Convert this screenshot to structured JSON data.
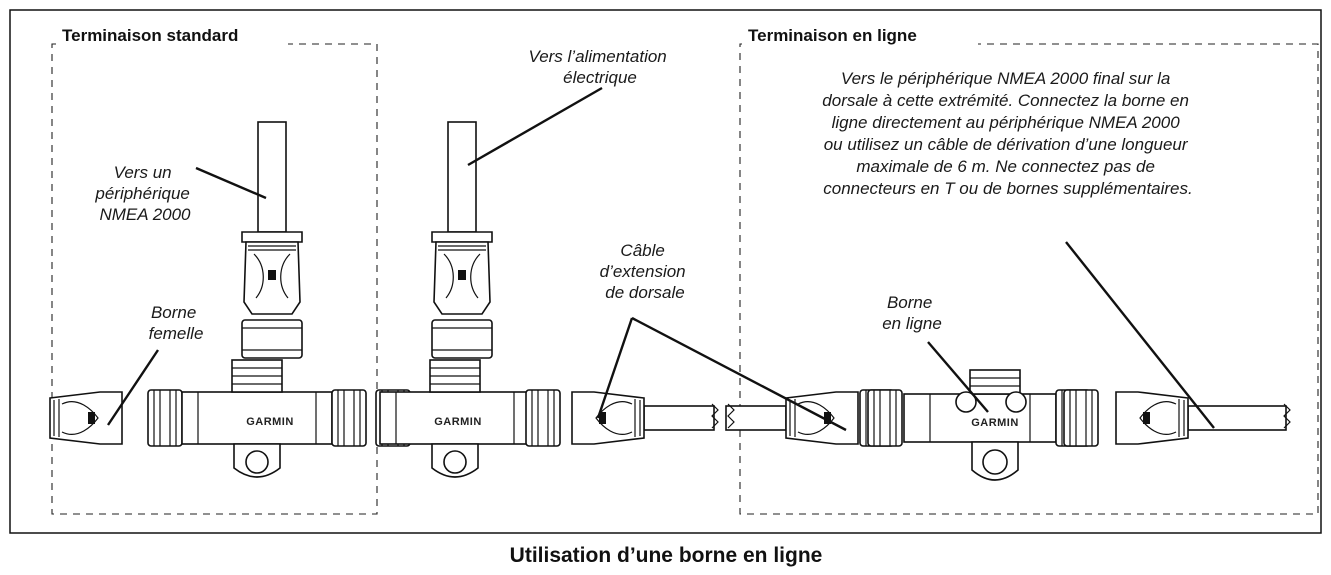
{
  "sections": {
    "standard": "Terminaison standard",
    "inline": "Terminaison en ligne"
  },
  "labels": {
    "power": [
      "Vers l’alimentation",
      "électrique"
    ],
    "device": [
      "Vers un",
      "périphérique",
      "NMEA 2000"
    ],
    "cable": [
      "Câble",
      "d’extension",
      "de dorsale"
    ],
    "female": [
      "Borne",
      "femelle"
    ],
    "inline_term": [
      "Borne",
      "en ligne"
    ],
    "note": [
      "Vers le périphérique NMEA 2000 final sur la",
      "dorsale à cette extrémité. Connectez la borne en",
      "ligne directement au périphérique NMEA 2000",
      "ou utilisez un câble de dérivation d’une longueur",
      "maximale de 6 m. Ne connectez pas de",
      "connecteurs en T ou de bornes supplémentaires."
    ]
  },
  "brand": "GARMIN",
  "caption": "Utilisation d’une borne en ligne"
}
